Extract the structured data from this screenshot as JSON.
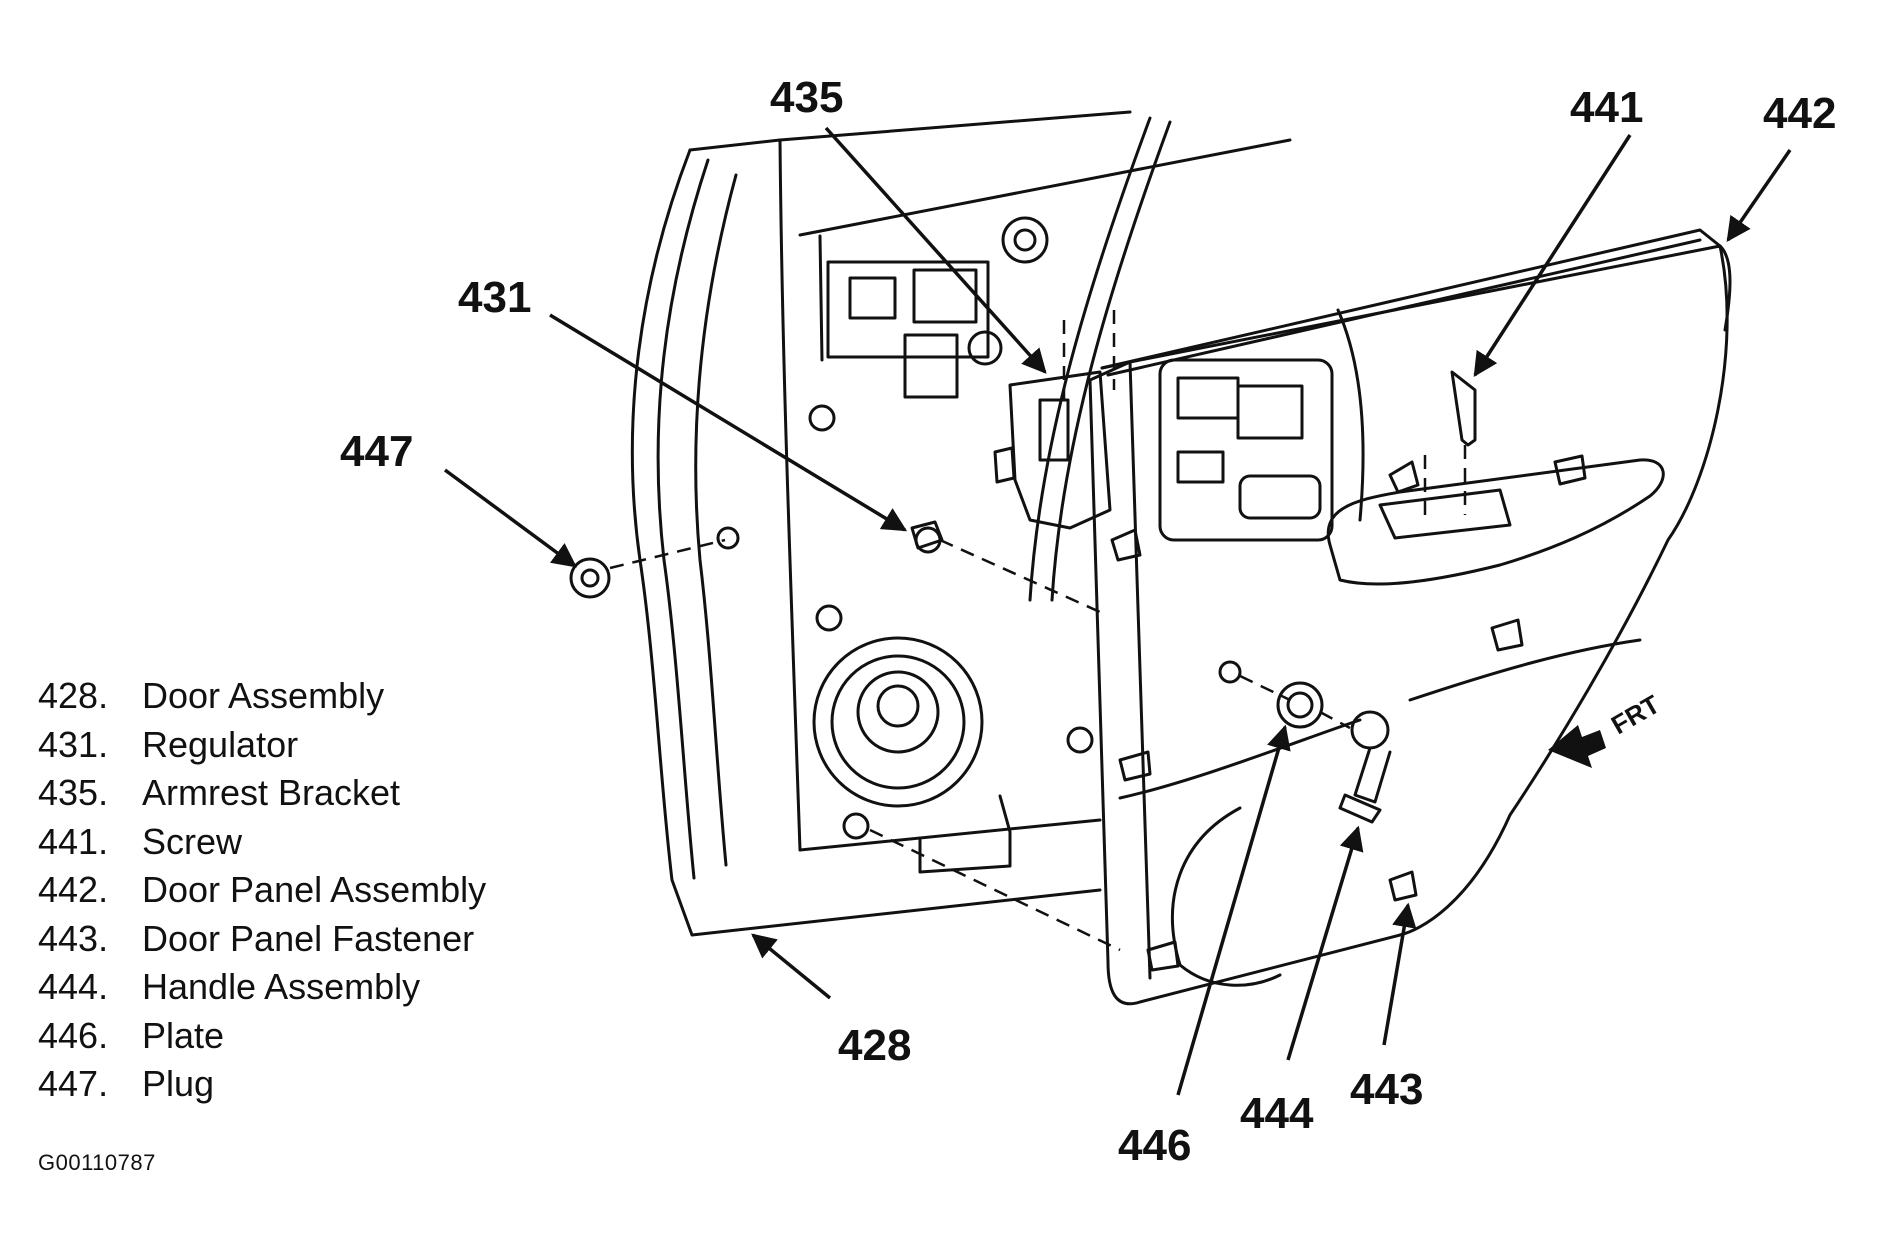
{
  "callouts": {
    "c435": "435",
    "c441": "441",
    "c442": "442",
    "c431": "431",
    "c447": "447",
    "c428": "428",
    "c446": "446",
    "c444": "444",
    "c443": "443"
  },
  "direction_label": "FRT",
  "legend": [
    {
      "num": "428.",
      "label": "Door Assembly"
    },
    {
      "num": "431.",
      "label": "Regulator"
    },
    {
      "num": "435.",
      "label": "Armrest Bracket"
    },
    {
      "num": "441.",
      "label": "Screw"
    },
    {
      "num": "442.",
      "label": "Door Panel Assembly"
    },
    {
      "num": "443.",
      "label": "Door Panel Fastener"
    },
    {
      "num": "444.",
      "label": "Handle Assembly"
    },
    {
      "num": "446.",
      "label": "Plate"
    },
    {
      "num": "447.",
      "label": "Plug"
    }
  ],
  "figure_id": "G00110787"
}
